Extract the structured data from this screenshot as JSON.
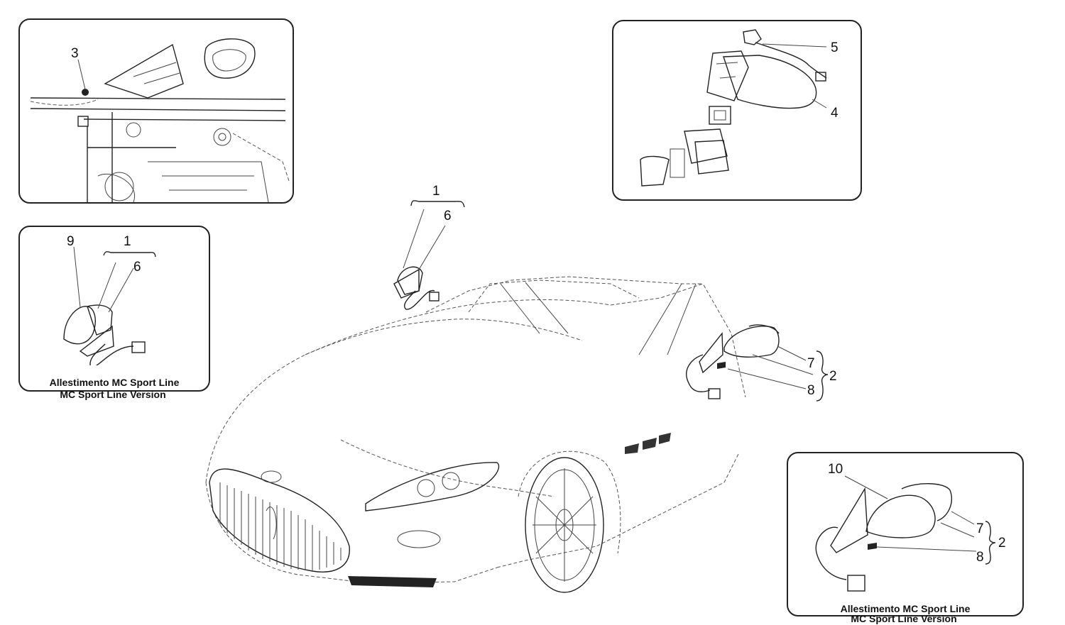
{
  "callouts": {
    "c1_main": "1",
    "c6_main": "6",
    "c7_main": "7",
    "c8_main": "8",
    "c2_main": "2",
    "c3_topleft": "3",
    "c5_topright": "5",
    "c4_topright": "4",
    "c9_left": "9",
    "c1_left": "1",
    "c6_left": "6",
    "c10_br": "10",
    "c7_br": "7",
    "c8_br": "8",
    "c2_br": "2"
  },
  "captions": {
    "left_line1": "Allestimento MC Sport Line",
    "left_line2": "MC Sport Line Version",
    "br_line1": "Allestimento MC Sport Line",
    "br_line2": "MC Sport Line Version"
  }
}
